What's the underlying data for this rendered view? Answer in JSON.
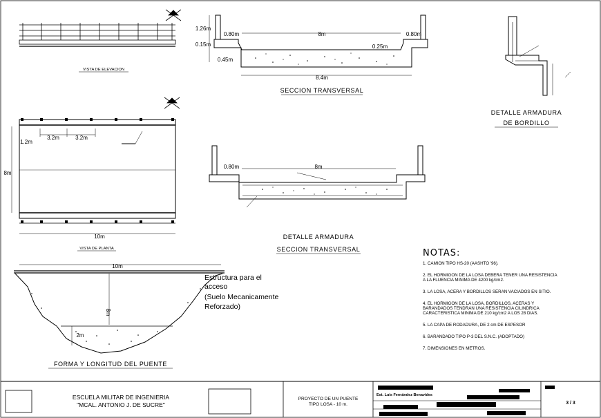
{
  "elevation": {
    "caption": "VISTA DE ELEVACION"
  },
  "section": {
    "title": "SECCION TRANSVERSAL",
    "dims": {
      "railing_height": "1.26m",
      "curb_thickness": "0.15m",
      "slab_depth": "0.45m",
      "sidewalk_left": "0.80m",
      "sidewalk_right": "0.80m",
      "roadway": "8m",
      "wearing_course": "0.25m",
      "total_width": "8.4m"
    }
  },
  "curb_detail": {
    "title_line1": "DETALLE ARMADURA",
    "title_line2": "DE BORDILLO"
  },
  "plan": {
    "caption": "VISTA DE PLANTA",
    "dims": {
      "width": "8m",
      "length": "10m",
      "edge": "1.2m",
      "spacing_1": "3.2m",
      "spacing_2": "3.2m"
    }
  },
  "reinf_section": {
    "title_line1": "DETALLE ARMADURA",
    "title_line2": "SECCION TRANSVERSAL",
    "dims": {
      "sidewalk": "0.80m",
      "roadway": "8m"
    }
  },
  "profile": {
    "title": "FORMA Y LONGITUD DEL PUENTE",
    "span": "10m",
    "height": "8m",
    "water_depth": "2m",
    "annotation": [
      "Estructura para el",
      "acceso",
      "(Suelo Mecanicamente",
      "Reforzado)"
    ]
  },
  "notes": {
    "title": "NOTAS:",
    "items": [
      [
        "1. CAMION TIPO HS-20 (AASHTO '96)."
      ],
      [
        "2. EL HORMIGON DE LA LOSA DEBERA TENER UNA RESISTENCIA",
        "    A LA FLUENCIA MINIMA DE 4200 kg/cm2."
      ],
      [
        "3. LA LOSA, ACERA Y BORDILLOS SERAN VACIADOS EN SITIO."
      ],
      [
        "4. EL HORMIGON DE LA LOSA, BORDILLOS, ACERAS Y",
        "    BARANDADOS TENDRAN UNA RESISTENCIA CILINDRICA",
        "    CARACTERISTICA MINIMA DE 210 kg/cm2 A LOS 28 DIAS."
      ],
      [
        "5. LA CAPA DE RODADURA, DE 2 cm DE ESPESOR"
      ],
      [
        "6. BARANDADO TIPO P-3 DEL S.N.C. (ADOPTADO)"
      ],
      [
        "7. DIMENSIONES EN METROS."
      ]
    ]
  },
  "title_block": {
    "school_line1": "ESCUELA MILITAR DE INGENIERIA",
    "school_line2": "\"MCAL. ANTONIO J. DE SUCRE\"",
    "project_line1": "PROYECTO DE UN PUENTE",
    "project_line2": "TIPO LOSA - 10 m.",
    "student": "Est. Luis Fernández Benavides",
    "sheet": "3 / 3"
  }
}
